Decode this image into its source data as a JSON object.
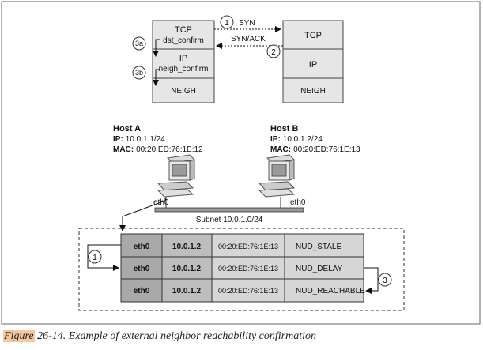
{
  "stackA": {
    "tcp": "TCP",
    "tcp_sub": "dst_confirm",
    "ip": "IP",
    "ip_sub": "neigh_confirm",
    "neigh": "NEIGH"
  },
  "stackB": {
    "tcp": "TCP",
    "ip": "IP",
    "neigh": "NEIGH"
  },
  "arrows": {
    "syn": "SYN",
    "synack": "SYN/ACK"
  },
  "steps": {
    "s1": "1",
    "s2": "2",
    "s3a": "3a",
    "s3b": "3b",
    "tbl1": "1",
    "tbl3": "3"
  },
  "hostA": {
    "name": "Host A",
    "ip_label": "IP:",
    "ip": "10.0.1.1/24",
    "mac_label": "MAC:",
    "mac": "00:20:ED:76:1E:12",
    "iface": "eth0"
  },
  "hostB": {
    "name": "Host B",
    "ip_label": "IP:",
    "ip": "10.0.1.2/24",
    "mac_label": "MAC:",
    "mac": "00:20:ED:76:1E:13",
    "iface": "eth0"
  },
  "subnet": "Subnet 10.0.1.0/24",
  "table": {
    "rows": [
      {
        "dev": "eth0",
        "ip": "10.0.1.2",
        "mac": "00:20:ED:76:1E:13",
        "state": "NUD_STALE"
      },
      {
        "dev": "eth0",
        "ip": "10.0.1.2",
        "mac": "00:20:ED:76:1E:13",
        "state": "NUD_DELAY"
      },
      {
        "dev": "eth0",
        "ip": "10.0.1.2",
        "mac": "00:20:ED:76:1E:13",
        "state": "NUD_REACHABLE"
      }
    ]
  },
  "caption": {
    "fig_word": "Figure",
    "number": " 26-14.",
    "text": " Example of external neighbor reachability confirmation"
  }
}
